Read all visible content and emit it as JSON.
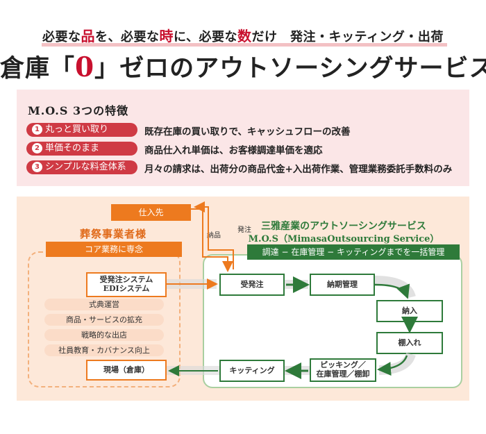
{
  "header": {
    "tagline": {
      "p1": "必要な",
      "h1": "品",
      "p2": "を、必要な",
      "h2": "時",
      "p3": "に、必要な",
      "h3": "数",
      "p4": "だけ　発注・キッティング・出荷"
    },
    "headline": {
      "prefix": "倉庫「",
      "zero": "0",
      "suffix": "」ゼロのアウトソーシングサービス"
    }
  },
  "features": {
    "title": "M.O.S 3つの特徴",
    "items": [
      {
        "num": "1",
        "label": "丸っと買い取り",
        "desc": "既存在庫の買い取りで、キャッシュフローの改善"
      },
      {
        "num": "2",
        "label": "単価そのまま",
        "desc": "商品仕入れ単価は、お客様調達単価を適応"
      },
      {
        "num": "3",
        "label": "シンプルな料金体系",
        "desc": "月々の請求は、出荷分の商品代金+入出荷作業、管理業務委託手数料のみ"
      }
    ]
  },
  "diagram": {
    "supplier": "仕入先",
    "label_delivery": "納品",
    "label_order": "発注",
    "client": {
      "title": "葬祭事業者様",
      "banner": "コア業務に専念",
      "system_line1": "受発注システム",
      "system_line2": "EDIシステム",
      "tags": [
        "式典運営",
        "商品・サービスの拡充",
        "戦略的な出店",
        "社員教育・カバナンス向上"
      ],
      "site": "現場（倉庫）"
    },
    "mos": {
      "title1": "三雅産業のアウトソーシングサービス",
      "title2": "M.O.S（MimasaOutsourcing Service）",
      "banner": "調達 − 在庫管理 − キッティングまでを一括管理",
      "steps": {
        "order": "受発注",
        "delivery_mgmt": "納期管理",
        "receive": "納入",
        "shelving": "棚入れ",
        "picking_line1": "ピッキング／",
        "picking_line2": "在庫管理／棚卸",
        "kitting": "キッティング"
      }
    }
  }
}
